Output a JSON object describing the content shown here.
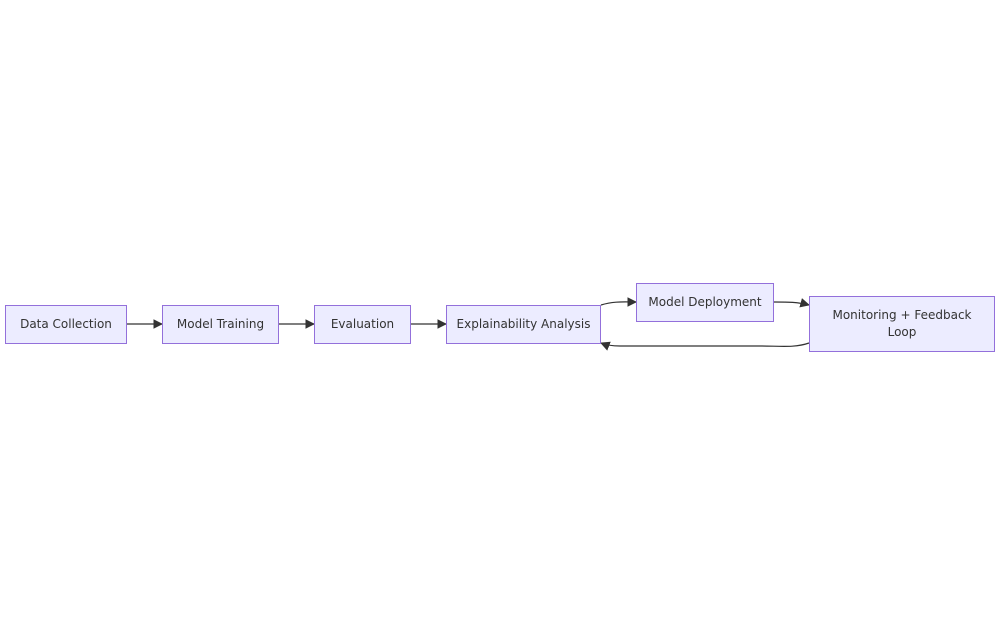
{
  "diagram": {
    "nodes": {
      "data_collection": "Data Collection",
      "model_training": "Model Training",
      "evaluation": "Evaluation",
      "explainability_analysis": "Explainability Analysis",
      "model_deployment": "Model Deployment",
      "monitoring_feedback": "Monitoring + Feedback Loop"
    },
    "edges": [
      {
        "from": "Data Collection",
        "to": "Model Training"
      },
      {
        "from": "Model Training",
        "to": "Evaluation"
      },
      {
        "from": "Evaluation",
        "to": "Explainability Analysis"
      },
      {
        "from": "Explainability Analysis",
        "to": "Model Deployment"
      },
      {
        "from": "Model Deployment",
        "to": "Monitoring + Feedback Loop"
      },
      {
        "from": "Monitoring + Feedback Loop",
        "to": "Explainability Analysis"
      }
    ],
    "colors": {
      "node_fill": "#ececff",
      "node_border": "#9370db",
      "edge": "#333333",
      "text": "#333333"
    }
  }
}
